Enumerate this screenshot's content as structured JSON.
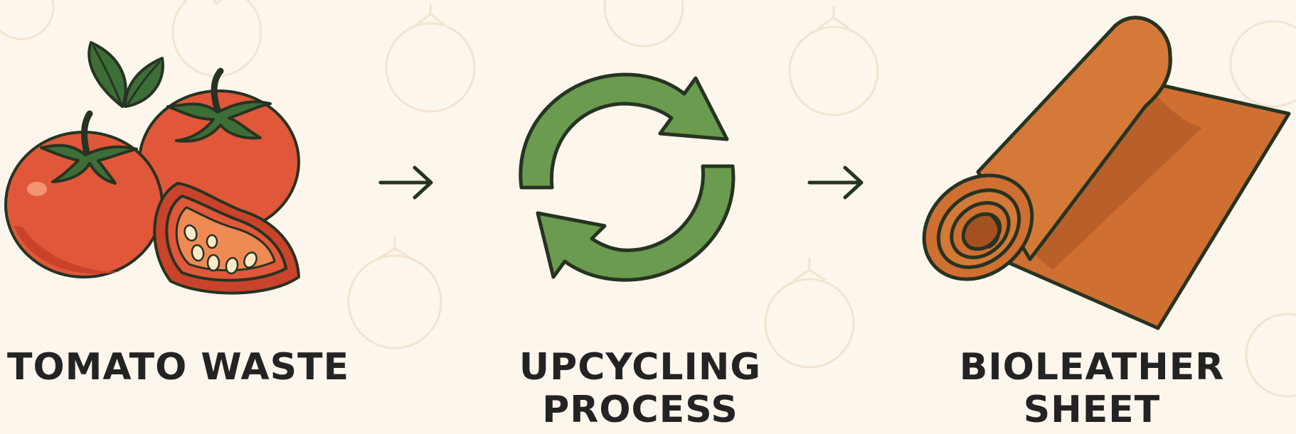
{
  "steps": [
    {
      "label_lines": [
        "TOMATO WASTE"
      ],
      "icon": "tomatoes-icon"
    },
    {
      "label_lines": [
        "UPCYCLING",
        "PROCESS"
      ],
      "icon": "recycle-arrows-icon"
    },
    {
      "label_lines": [
        "BIOLEATHER",
        "SHEET"
      ],
      "icon": "leather-roll-icon"
    }
  ],
  "connectors": [
    "arrow-right-icon",
    "arrow-right-icon"
  ],
  "colors": {
    "background": "#fcf6ed",
    "watermark": "#f2e4cf",
    "outline": "#263322",
    "tomato": "#e0573a",
    "tomato_shade": "#c9432a",
    "tomato_inner": "#f08a55",
    "leaf": "#3e6e37",
    "recycle": "#6a9b4e",
    "leather": "#cf6f32",
    "leather_shade": "#a5501f",
    "label": "#232323"
  }
}
